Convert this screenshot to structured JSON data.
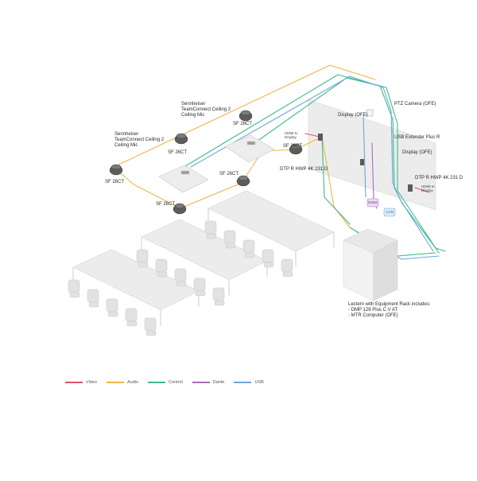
{
  "labels": {
    "mic_a": [
      "Sennheiser",
      "TeamConnect Ceiling 2",
      "Ceiling Mic"
    ],
    "mic_b": [
      "Sennheiser",
      "TeamConnect Ceiling 2",
      "Ceiling Mic"
    ],
    "speaker": "SF 26CT",
    "display_left": "Display (OFE)",
    "display_right": "Display (OFE)",
    "ptz": "PTZ Camera (OFE)",
    "usb_ext": "USB Extender Plus R",
    "dtp_left": "DTP R HWP 4K 231 D",
    "dtp_right": "DTP R HWP 4K 231 D",
    "hdmi_note": [
      "HDMI to",
      "Display"
    ],
    "dante_tag": "Dante",
    "lan_tag": "LAN",
    "lectern_title": "Lectern with Equipment Rack includes:",
    "lectern_items": [
      "- DMP 128 Plus C V AT",
      "- MTR Computer (OFE)"
    ]
  },
  "legend": [
    {
      "label": "Video",
      "color": "#e0506e"
    },
    {
      "label": "Audio",
      "color": "#f0b44a"
    },
    {
      "label": "Control",
      "color": "#3fb98a"
    },
    {
      "label": "Dante",
      "color": "#a66bc2"
    },
    {
      "label": "USB",
      "color": "#6fa6dc"
    }
  ]
}
